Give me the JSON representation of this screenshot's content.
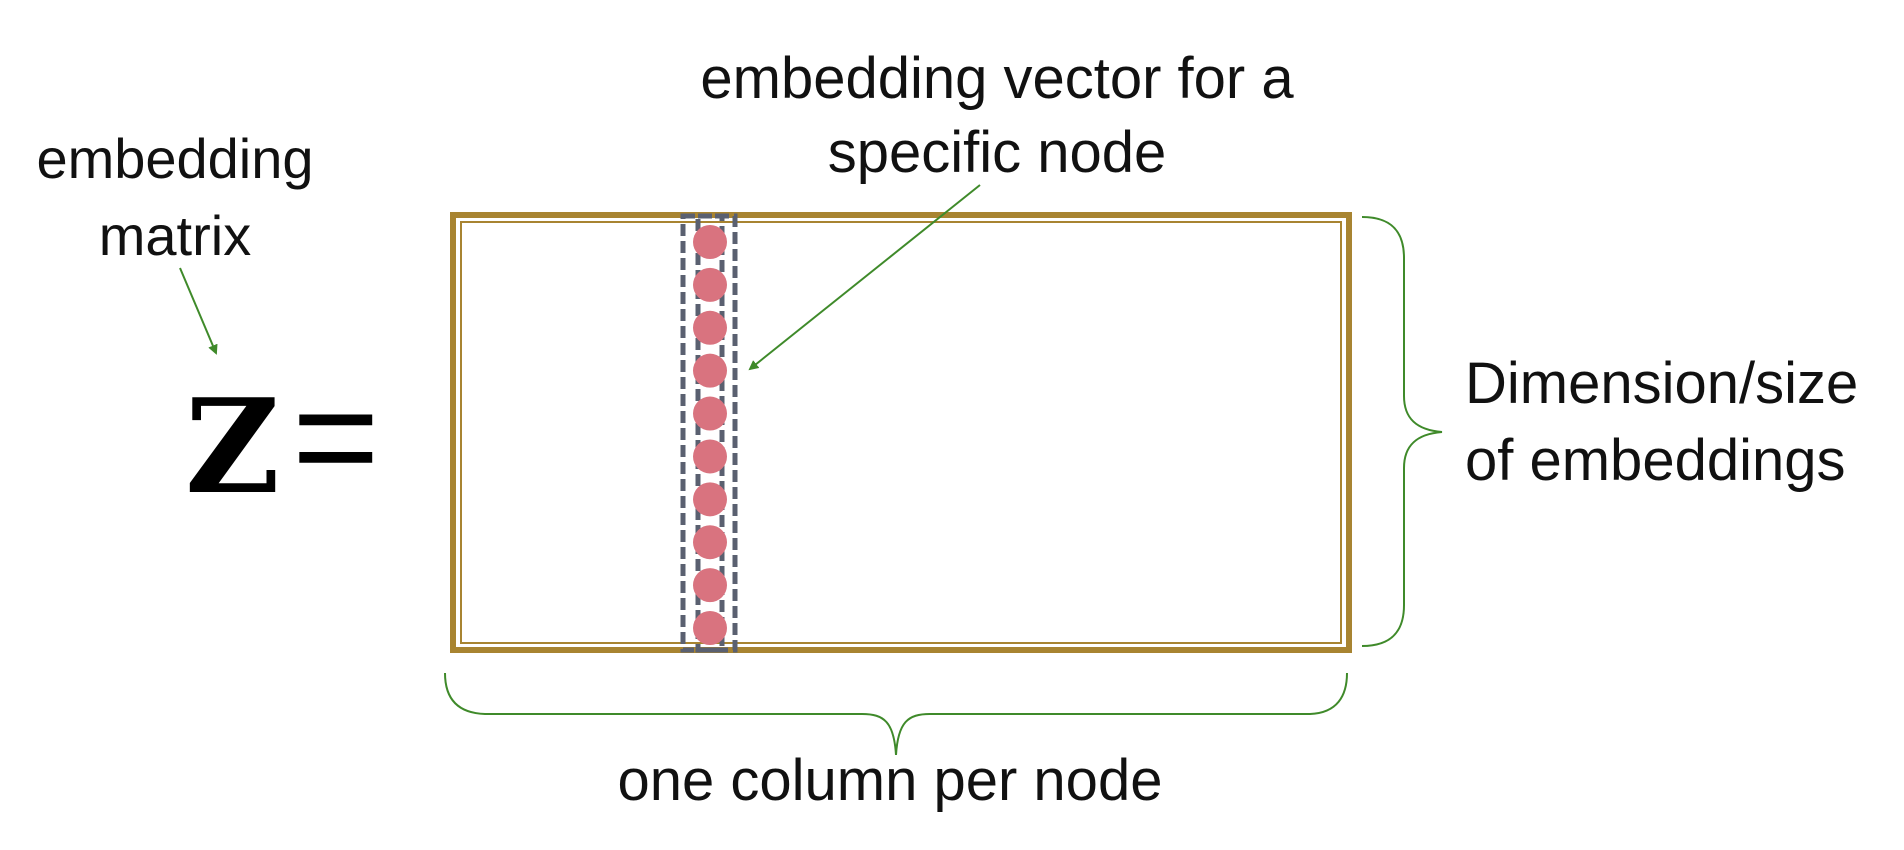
{
  "labels": {
    "embedding_matrix_line1": "embedding",
    "embedding_matrix_line2": "matrix",
    "z_symbol": "Z",
    "equals_symbol": "=",
    "vector_line1": "embedding vector for a",
    "vector_line2": "specific node",
    "dimension_line1": "Dimension/size",
    "dimension_line2": "of embeddings",
    "column_label": "one column per node"
  },
  "matrix": {
    "entries_in_column": 10
  },
  "colors": {
    "matrix_border": "#A88431",
    "vector_dot": "#D9737F",
    "dashed_outline": "#5A6070",
    "annotation_green": "#3F8A2A",
    "text": "#111111"
  }
}
